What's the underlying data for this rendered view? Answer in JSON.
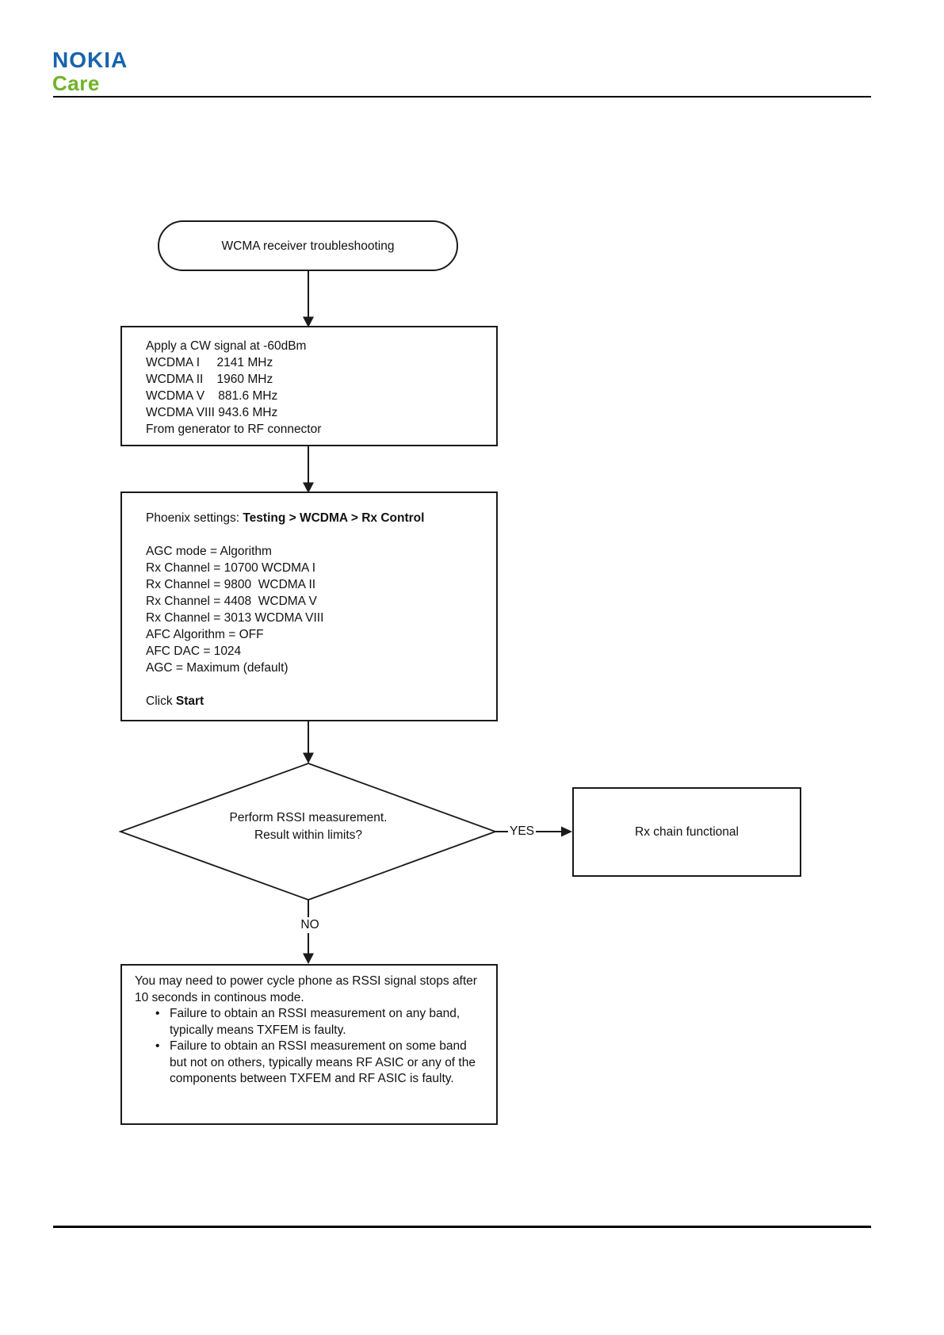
{
  "header": {
    "logo_primary": "NOKIA",
    "logo_secondary": "Care",
    "logo_primary_color": "#1763ae",
    "logo_secondary_color": "#70b32a"
  },
  "flowchart": {
    "start": {
      "label": "WCMA receiver troubleshooting"
    },
    "apply_signal_box": {
      "text": "Apply a CW signal at -60dBm\nWCDMA I     2141 MHz\nWCDMA II    1960 MHz\nWCDMA V    881.6 MHz\nWCDMA VIII 943.6 MHz\nFrom generator to RF connector"
    },
    "phoenix_box": {
      "intro_prefix": "Phoenix settings: ",
      "intro_path": "Testing > WCDMA > Rx Control",
      "settings": "AGC mode = Algorithm\nRx Channel = 10700 WCDMA I\nRx Channel = 9800  WCDMA II\nRx Channel = 4408  WCDMA V\nRx Channel = 3013 WCDMA VIII\nAFC Algorithm = OFF\nAFC DAC = 1024\nAGC = Maximum (default)",
      "action_prefix": "Click ",
      "action_bold": "Start"
    },
    "decision": {
      "text": "Perform RSSI measurement.\nResult within limits?"
    },
    "yes_label": "YES",
    "no_label": "NO",
    "yes_box": {
      "label": "Rx chain functional"
    },
    "no_box": {
      "paragraph": "You may need to power cycle phone as RSSI signal stops after 10 seconds in continous mode.",
      "bullet_glyph": "•",
      "bullets": [
        "Failure to obtain an RSSI measurement on any band, typically means TXFEM is faulty.",
        "Failure to obtain an RSSI measurement on some band but not on others, typically means RF ASIC or any of the components between TXFEM and RF ASIC is faulty."
      ]
    }
  }
}
